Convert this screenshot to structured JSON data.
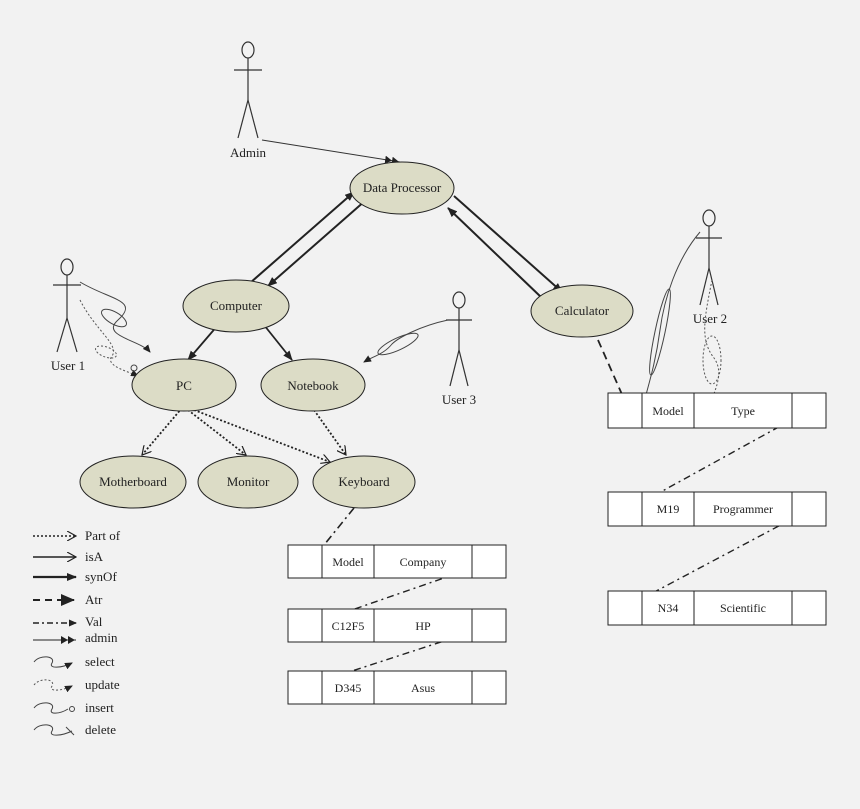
{
  "nodes": {
    "data_processor": "Data Processor",
    "computer": "Computer",
    "calculator": "Calculator",
    "pc": "PC",
    "notebook": "Notebook",
    "motherboard": "Motherboard",
    "monitor": "Monitor",
    "keyboard": "Keyboard"
  },
  "actors": {
    "admin": "Admin",
    "user1": "User 1",
    "user2": "User 2",
    "user3": "User 3"
  },
  "tables": {
    "keyboard_attr": {
      "col1": "Model",
      "col2": "Company"
    },
    "keyboard_val1": {
      "col1": "C12F5",
      "col2": "HP"
    },
    "keyboard_val2": {
      "col1": "D345",
      "col2": "Asus"
    },
    "calc_attr": {
      "col1": "Model",
      "col2": "Type"
    },
    "calc_val1": {
      "col1": "M19",
      "col2": "Programmer"
    },
    "calc_val2": {
      "col1": "N34",
      "col2": "Scientific"
    }
  },
  "legend": {
    "part_of": "Part of",
    "isa": "isA",
    "synof": "synOf",
    "atr": "Atr",
    "val": "Val",
    "admin": "admin",
    "select": "select",
    "update": "update",
    "insert": "insert",
    "delete": "delete"
  },
  "colors": {
    "node_fill": "#dcdcc6",
    "stroke": "#222222",
    "background": "#f2f2f2",
    "cell_fill": "#ffffff"
  }
}
